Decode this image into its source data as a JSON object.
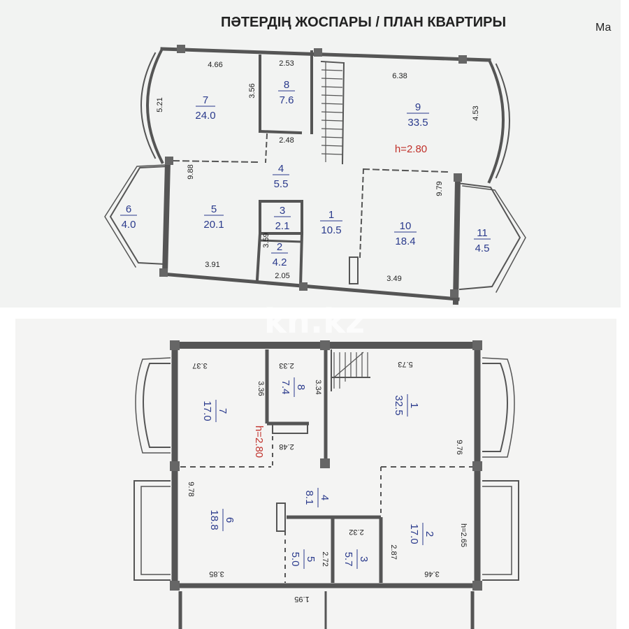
{
  "plan1": {
    "title": "ПӘТЕРДІҢ ЖОСПАРЫ / ПЛАН КВАРТИРЫ",
    "corner_text": "Ма",
    "ceiling": "h=2.80",
    "rooms": [
      {
        "num": "7",
        "area": "24.0"
      },
      {
        "num": "8",
        "area": "7.6"
      },
      {
        "num": "9",
        "area": "33.5"
      },
      {
        "num": "6",
        "area": "4.0"
      },
      {
        "num": "5",
        "area": "20.1"
      },
      {
        "num": "4",
        "area": "5.5"
      },
      {
        "num": "3",
        "area": "2.1"
      },
      {
        "num": "1",
        "area": "10.5"
      },
      {
        "num": "2",
        "area": "4.2"
      },
      {
        "num": "10",
        "area": "18.4"
      },
      {
        "num": "11",
        "area": "4.5"
      }
    ],
    "dims": [
      "4.66",
      "2.53",
      "6.38",
      "5.21",
      "3.56",
      "4.53",
      "2.48",
      "9.88",
      "9.79",
      "3.59",
      "3.91",
      "2.05",
      "3.49"
    ]
  },
  "plan2": {
    "ceiling": "h=2.80",
    "ceiling_small": "h=2.65",
    "rooms": [
      {
        "num": "7",
        "area": "17.0"
      },
      {
        "num": "8",
        "area": "7.4"
      },
      {
        "num": "1",
        "area": "32.5"
      },
      {
        "num": "4",
        "area": "8.1"
      },
      {
        "num": "6",
        "area": "18.8"
      },
      {
        "num": "5",
        "area": "5.0"
      },
      {
        "num": "3",
        "area": "5.7"
      },
      {
        "num": "2",
        "area": "17.0"
      }
    ],
    "dims": [
      "3.37",
      "2.33",
      "5.73",
      "3.36",
      "3.34",
      "2.48",
      "9.76",
      "9.78",
      "2.32",
      "2.72",
      "2.87",
      "3.85",
      "1.95",
      "3.46"
    ]
  },
  "watermark": "kn.kz"
}
